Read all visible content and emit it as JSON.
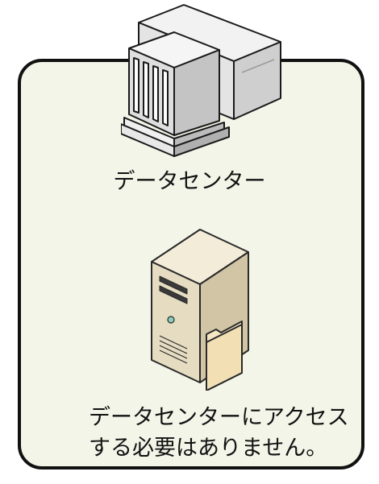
{
  "diagram": {
    "datacenter_label": "データセンター",
    "message": {
      "line1": "データセンターにアクセス",
      "line2": "する必要はありません。"
    }
  },
  "icons": {
    "datacenter": "datacenter-building-icon",
    "server": "server-with-folder-icon"
  },
  "colors": {
    "panel_fill": "#f2f5e8",
    "panel_border": "#111111",
    "text": "#111111"
  }
}
